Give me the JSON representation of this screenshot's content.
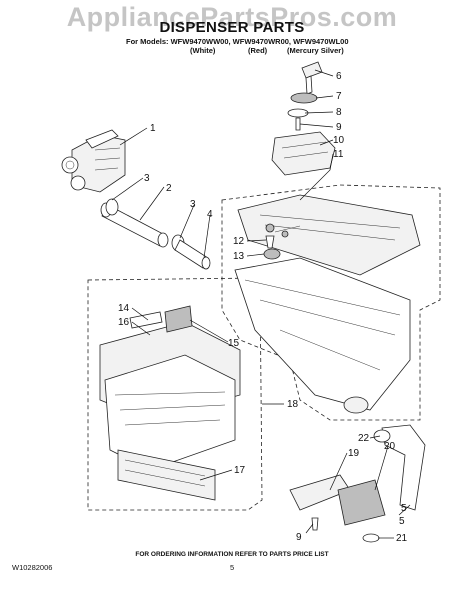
{
  "header": {
    "watermark": "AppliancePartsPros.com",
    "title": "DISPENSER PARTS",
    "models": "For Models: WFW9470WW00, WFW9470WR00, WFW9470WL00",
    "variants": [
      "(White)",
      "(Red)",
      "(Mercury Silver)"
    ]
  },
  "callouts": [
    "1",
    "2",
    "3",
    "3",
    "4",
    "5",
    "6",
    "7",
    "8",
    "9",
    "10",
    "11",
    "12",
    "13",
    "14",
    "15",
    "16",
    "17",
    "18",
    "19",
    "20",
    "21",
    "22",
    "5",
    "9"
  ],
  "footer": {
    "note": "FOR ORDERING INFORMATION REFER TO PARTS PRICE LIST",
    "doc_number": "W10282006",
    "page_number": "5"
  }
}
